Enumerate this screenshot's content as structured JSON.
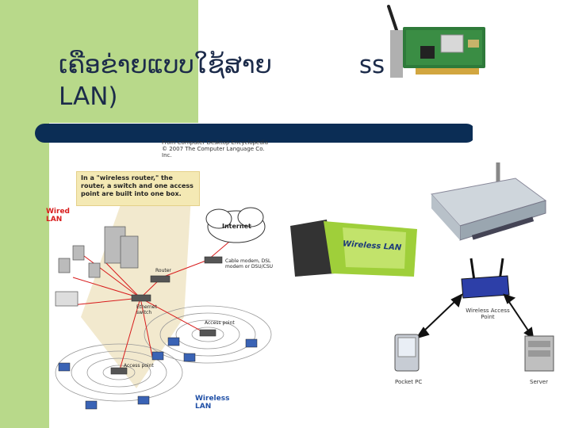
{
  "slide": {
    "title_line1": "ເຄືອຂ່າຍແບບໃຊ້ສາຍ",
    "title_line1_tail": "ss",
    "title_line2": "LAN)"
  },
  "diagram": {
    "source_line1": "From Computer Desktop Encyclopedia",
    "source_line2": "© 2007 The Computer Language Co. Inc.",
    "callout_text": "In a \"wireless router,\" the router, a switch and one access point are built into one box.",
    "wired_lan_label": "Wired LAN",
    "internet_label": "Internet",
    "cable_modem_label": "Cable modem, DSL modem or DSU/CSU",
    "router_label": "Router",
    "ethernet_switch_label": "Ethernet switch",
    "access_point_label_1": "Access point",
    "access_point_label_2": "Access point",
    "wireless_lan_label": "Wireless LAN"
  },
  "pcmcia": {
    "card_text": "Wireless LAN"
  },
  "topology": {
    "wap_label": "Wireless Access Point",
    "pocket_pc_label": "Pocket PC",
    "server_label": "Server"
  },
  "colors": {
    "accent": "#b8d98a",
    "divider": "#0b2d55",
    "wired_red": "#d81c1c",
    "wireless_blue": "#1f4fa6"
  }
}
